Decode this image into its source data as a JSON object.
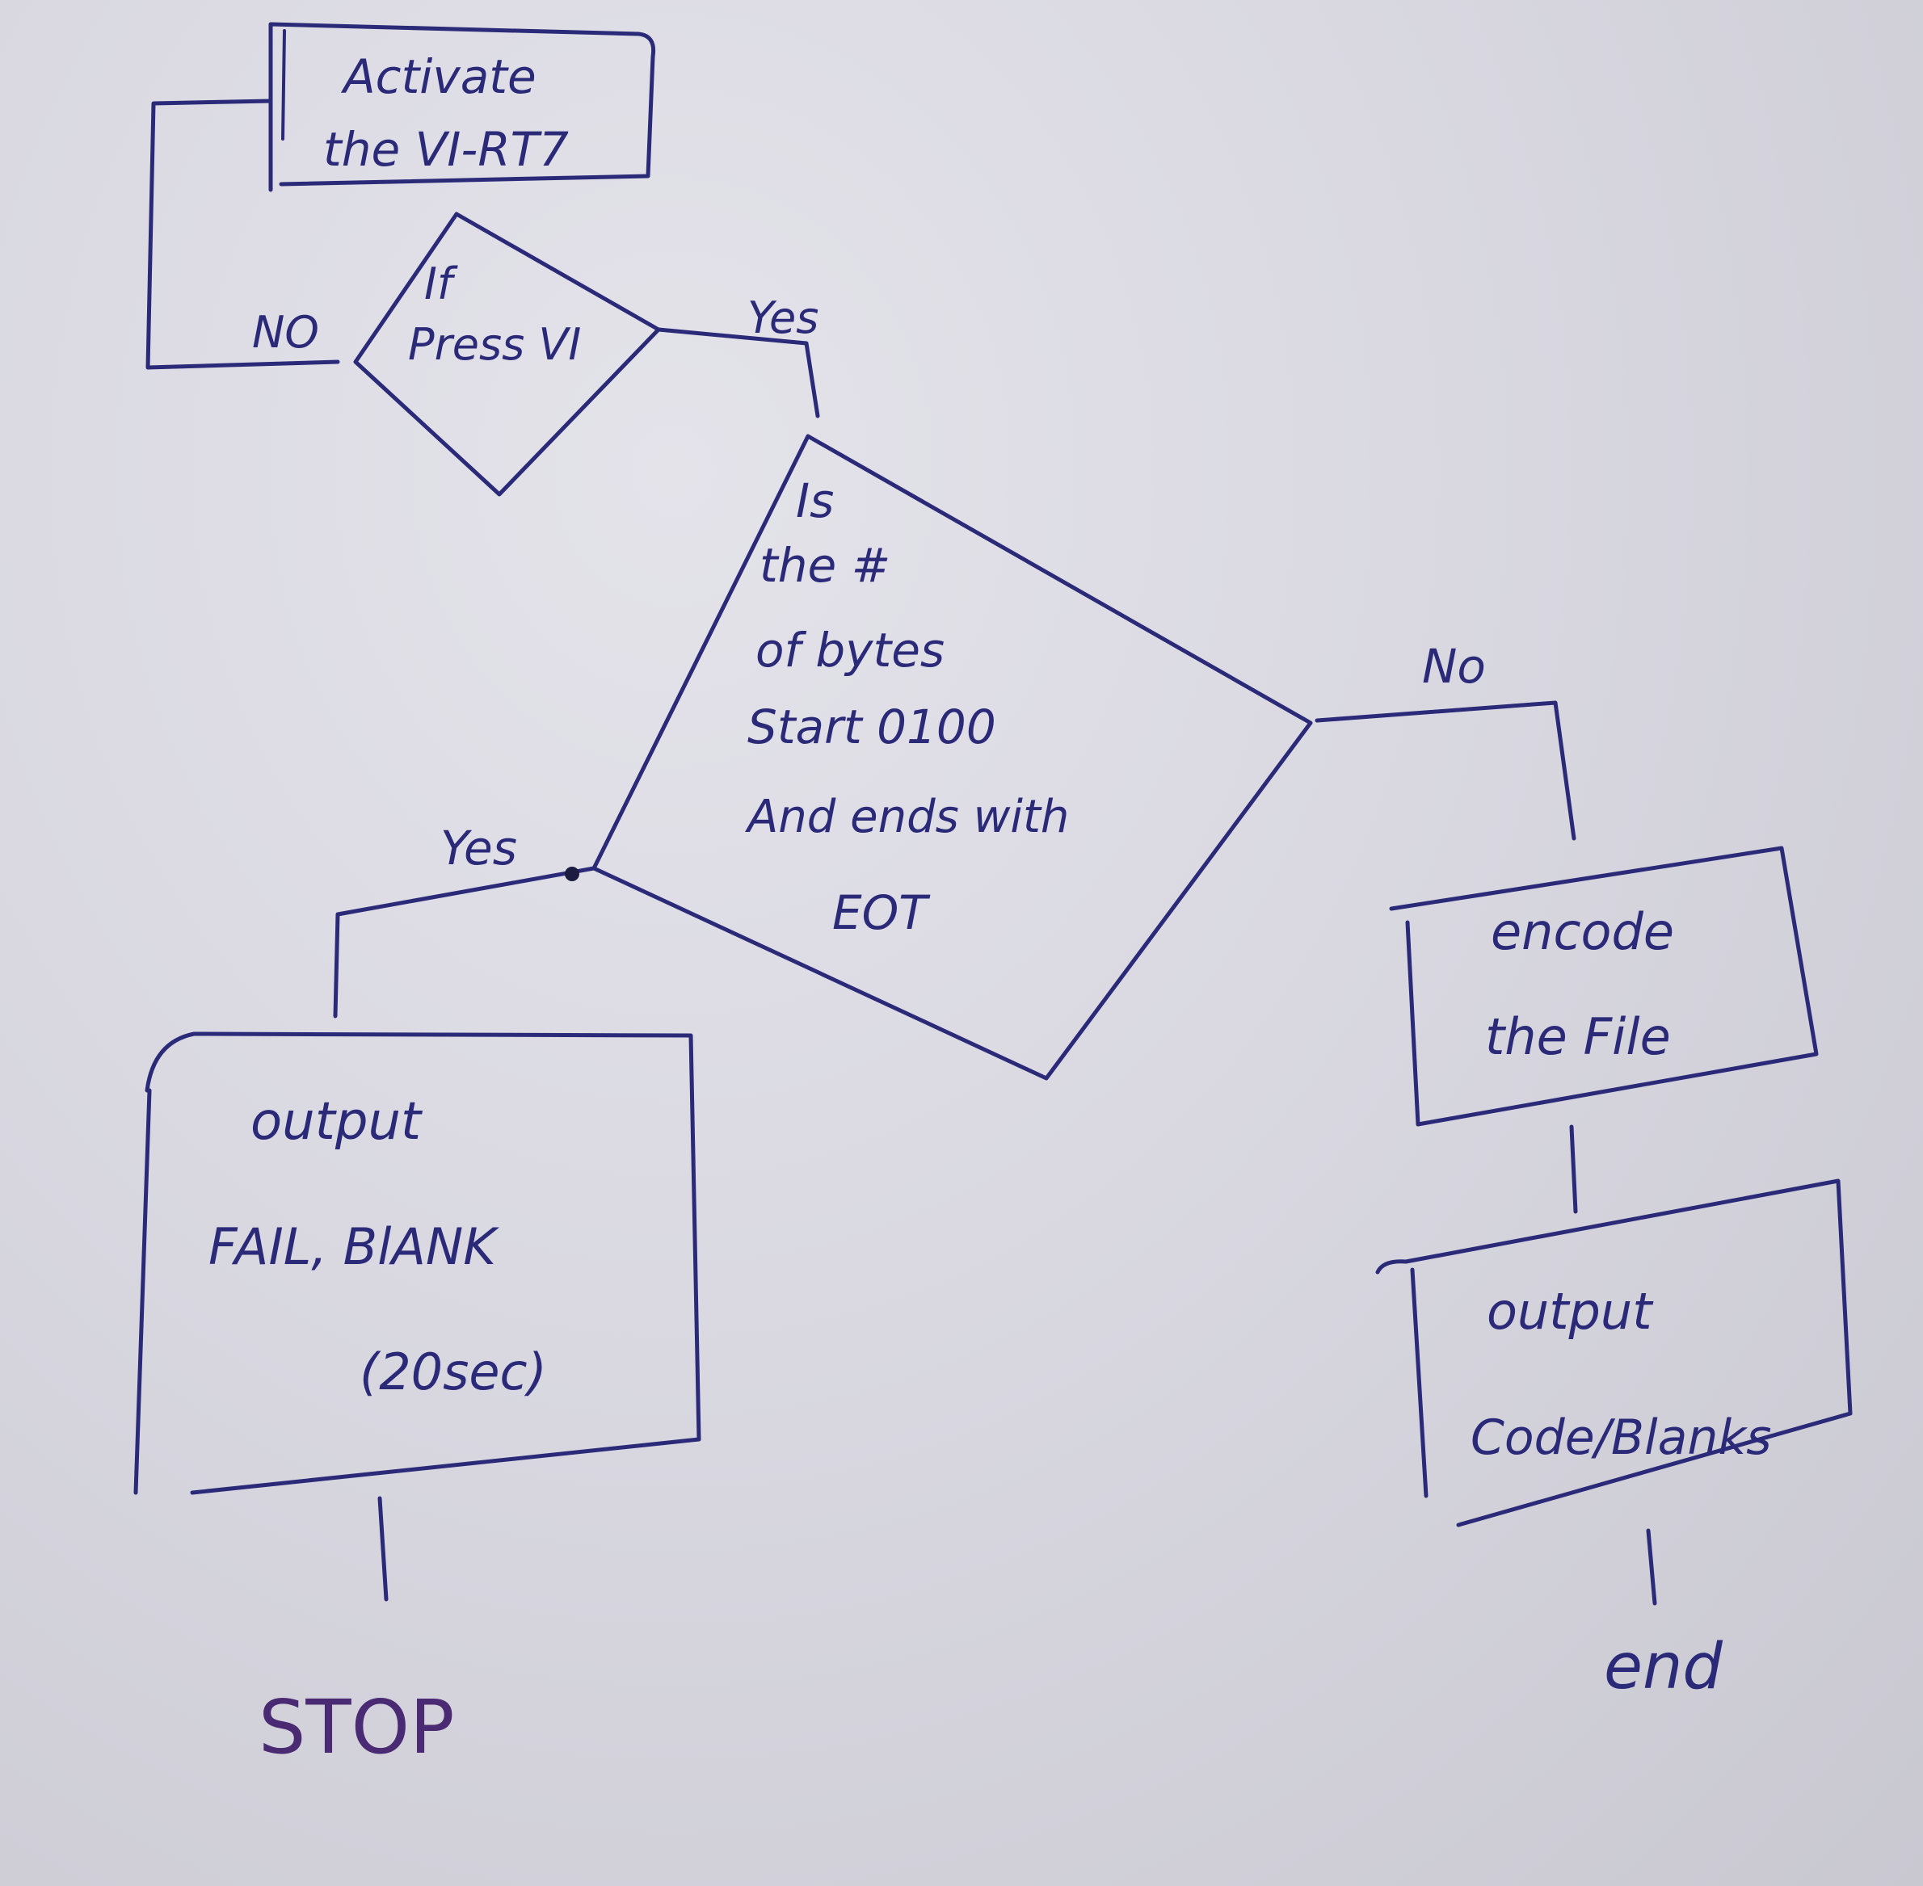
{
  "flowchart": {
    "activate": {
      "line1": "Activate",
      "line2": "the VI-RT7"
    },
    "decision_press": {
      "line1": "If",
      "line2": "Press VI"
    },
    "label_no_top": "NO",
    "label_yes_top": "Yes",
    "decision_bytes": {
      "lines": [
        "Is",
        "the #",
        "of bytes",
        "Start 0100",
        "And ends with",
        "EOT"
      ]
    },
    "label_yes_left": "Yes",
    "label_no_right": "No",
    "output_fail": {
      "line1": "output",
      "line2": "FAIL, BlANK",
      "line3": "(20sec)"
    },
    "terminal_stop": "STOP",
    "encode": {
      "line1": "encode",
      "line2": "the File"
    },
    "output_code": {
      "line1": "output",
      "line2": "Code/Blanks"
    },
    "terminal_end": "end"
  },
  "colors": {
    "paper": "#dcdbe3",
    "ink": "#2b2a78"
  }
}
